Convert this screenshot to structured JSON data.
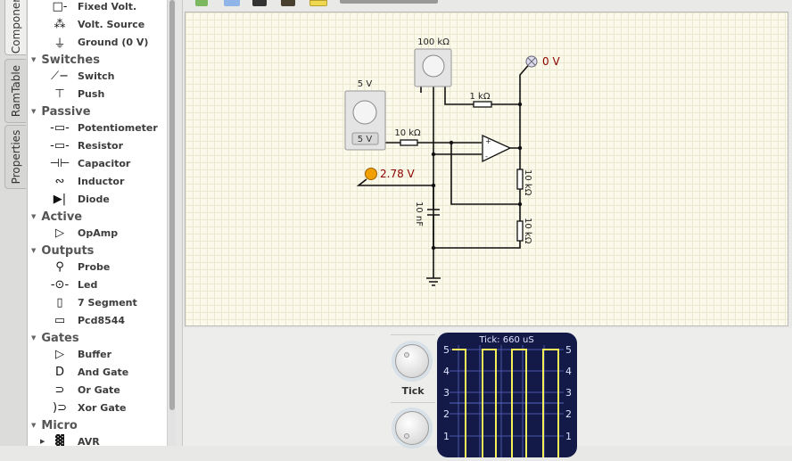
{
  "tabs": [
    {
      "label": "Componer",
      "selected": true
    },
    {
      "label": "RamTable",
      "selected": false
    },
    {
      "label": "Properties",
      "selected": false
    }
  ],
  "components": [
    {
      "type": "item",
      "label": "Fixed Volt.",
      "icon": "fixed-volt-icon",
      "glyph": "□-"
    },
    {
      "type": "item",
      "label": "Volt. Source",
      "icon": "volt-source-icon",
      "glyph": "⁂"
    },
    {
      "type": "item",
      "label": "Ground (0 V)",
      "icon": "ground-icon",
      "glyph": "⏚"
    },
    {
      "type": "header",
      "label": "Switches"
    },
    {
      "type": "item",
      "label": "Switch",
      "icon": "switch-icon",
      "glyph": "⟋−"
    },
    {
      "type": "item",
      "label": "Push",
      "icon": "push-icon",
      "glyph": "⊤"
    },
    {
      "type": "header",
      "label": "Passive"
    },
    {
      "type": "item",
      "label": "Potentiometer",
      "icon": "potentiometer-icon",
      "glyph": "-▭-"
    },
    {
      "type": "item",
      "label": "Resistor",
      "icon": "resistor-icon",
      "glyph": "-▭-"
    },
    {
      "type": "item",
      "label": "Capacitor",
      "icon": "capacitor-icon",
      "glyph": "⊣⊢"
    },
    {
      "type": "item",
      "label": "Inductor",
      "icon": "inductor-icon",
      "glyph": "∾"
    },
    {
      "type": "item",
      "label": "Diode",
      "icon": "diode-icon",
      "glyph": "▶|"
    },
    {
      "type": "header",
      "label": "Active"
    },
    {
      "type": "item",
      "label": "OpAmp",
      "icon": "opamp-icon",
      "glyph": "▷"
    },
    {
      "type": "header",
      "label": "Outputs"
    },
    {
      "type": "item",
      "label": "Probe",
      "icon": "probe-icon",
      "glyph": "⚲"
    },
    {
      "type": "item",
      "label": "Led",
      "icon": "led-icon",
      "glyph": "-⊙-"
    },
    {
      "type": "item",
      "label": "7 Segment",
      "icon": "seven-segment-icon",
      "glyph": "▯"
    },
    {
      "type": "item",
      "label": "Pcd8544",
      "icon": "pcd8544-icon",
      "glyph": "▭"
    },
    {
      "type": "header",
      "label": "Gates"
    },
    {
      "type": "item",
      "label": "Buffer",
      "icon": "buffer-icon",
      "glyph": "▷"
    },
    {
      "type": "item",
      "label": "And Gate",
      "icon": "and-gate-icon",
      "glyph": "D"
    },
    {
      "type": "item",
      "label": "Or Gate",
      "icon": "or-gate-icon",
      "glyph": "⊃"
    },
    {
      "type": "item",
      "label": "Xor Gate",
      "icon": "xor-gate-icon",
      "glyph": ")⊃"
    },
    {
      "type": "header",
      "label": "Micro"
    },
    {
      "type": "item",
      "label": "AVR",
      "icon": "avr-chip-icon",
      "glyph": "▓",
      "expandable": true
    }
  ],
  "circuit": {
    "pot_value": "100 kΩ",
    "source_label": "5 V",
    "source_button": "5 V",
    "r1": "1 kΩ",
    "r2": "10 kΩ",
    "r3": "10 kΩ",
    "r4": "10 kΩ",
    "cap": "10 nF",
    "probe_out": "0 V",
    "probe_cap": "2.78 V",
    "probe_out_color": "#8b0000",
    "probe_cap_color": "#f0a000"
  },
  "scope": {
    "title": "Tick: 660 uS",
    "knob_label": "Tick",
    "y_ticks": [
      "5",
      "4",
      "3",
      "2",
      "1"
    ],
    "trace_color": "#f5f05a",
    "background": "#141a48"
  }
}
